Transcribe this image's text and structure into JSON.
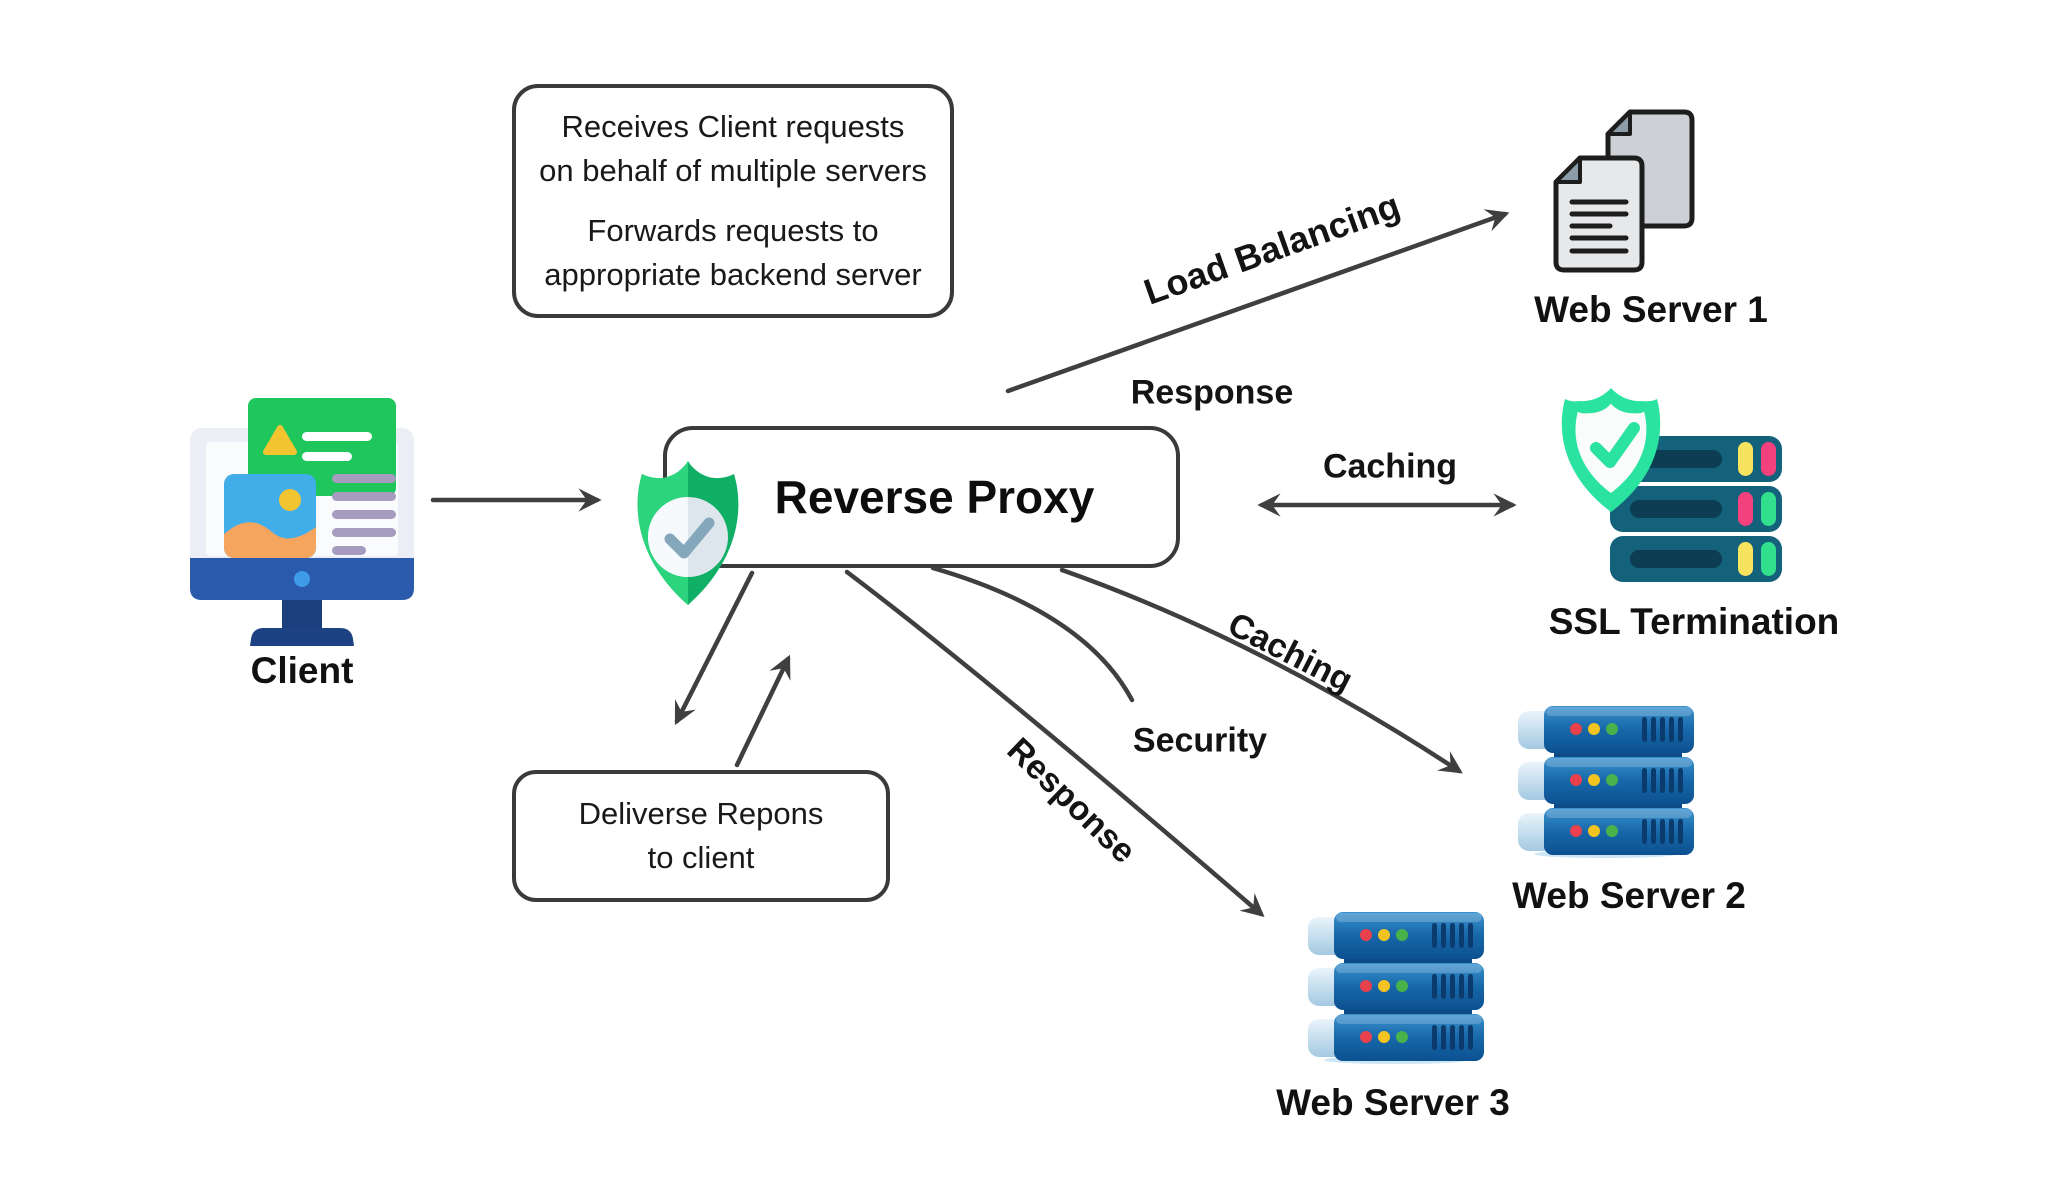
{
  "diagram": {
    "info_box": {
      "line1": "Receives Client requests",
      "line2": "on behalf of multiple servers",
      "line3": "Forwards requests to",
      "line4": "appropriate backend server"
    },
    "response_box": {
      "line1": "Deliverse Repons",
      "line2": "to client"
    },
    "nodes": {
      "client": "Client",
      "proxy": "Reverse Proxy",
      "web1": "Web Server 1",
      "ssl": "SSL Termination",
      "web2": "Web Server 2",
      "web3": "Web Server 3"
    },
    "edge_labels": {
      "load_balancing": "Load Balancing",
      "response_top": "Response",
      "caching_ssl": "Caching",
      "caching_web2": "Caching",
      "security": "Security",
      "response_web3": "Response"
    },
    "colors": {
      "arrow": "#3f3f3f",
      "shield_green": "#2bd47d",
      "shield_green_dark": "#0fb065",
      "ssl_mint": "#2be3a0",
      "server_teal": "#14617c",
      "server_blue": "#1768a9",
      "monitor_blue": "#2a5aac",
      "doc_gray": "#e6e8ea"
    }
  }
}
